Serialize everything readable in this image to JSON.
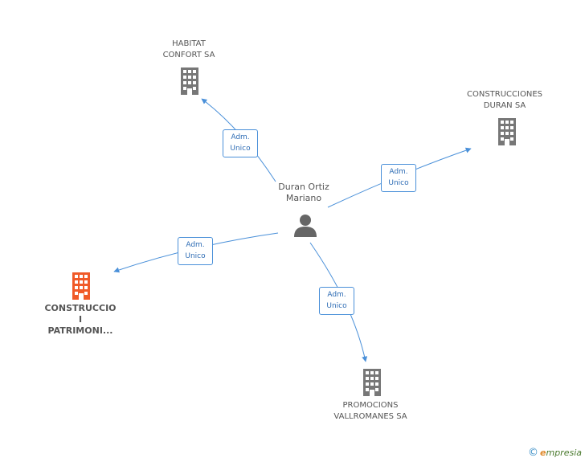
{
  "center": {
    "name_line1": "Duran Ortiz",
    "name_line2": "Mariano",
    "icon": "person-icon"
  },
  "companies": [
    {
      "id": "habitat",
      "line1": "HABITAT",
      "line2": "CONFORT SA",
      "icon": "building-icon",
      "color": "#777777"
    },
    {
      "id": "construcciones",
      "line1": "CONSTRUCCIONES",
      "line2": "DURAN SA",
      "icon": "building-icon",
      "color": "#777777"
    },
    {
      "id": "construccio",
      "line1": "CONSTRUCCIO",
      "line2": "I",
      "line3": "PATRIMONI...",
      "icon": "building-icon",
      "color": "#f05a28"
    },
    {
      "id": "promocions",
      "line1": "PROMOCIONS",
      "line2": "VALLROMANES SA",
      "icon": "building-icon",
      "color": "#777777"
    }
  ],
  "relations": [
    {
      "line1": "Adm.",
      "line2": "Unico"
    },
    {
      "line1": "Adm.",
      "line2": "Unico"
    },
    {
      "line1": "Adm.",
      "line2": "Unico"
    },
    {
      "line1": "Adm.",
      "line2": "Unico"
    }
  ],
  "colors": {
    "edge": "#4a90d9",
    "building": "#777777",
    "highlight": "#f05a28",
    "person": "#666666"
  },
  "brand": {
    "symbol": "©",
    "initial": "e",
    "rest": "mpresia"
  }
}
